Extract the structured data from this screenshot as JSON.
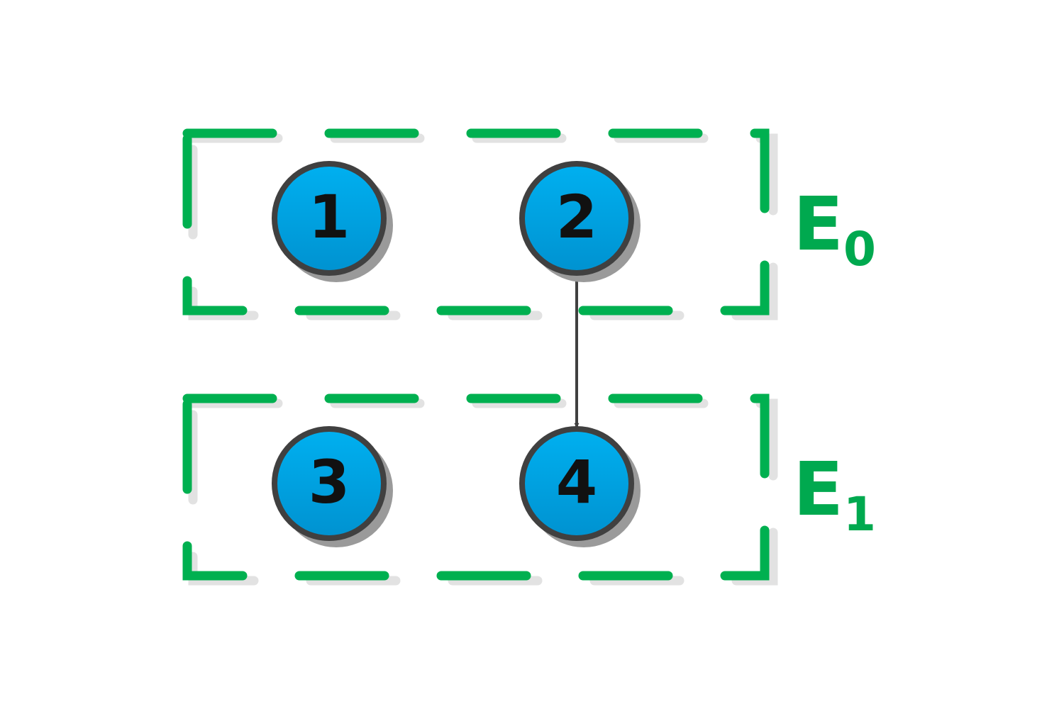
{
  "groups": [
    {
      "label": "E",
      "subscript": "0"
    },
    {
      "label": "E",
      "subscript": "1"
    }
  ],
  "nodes": [
    {
      "id": "1",
      "label": "1"
    },
    {
      "id": "2",
      "label": "2"
    },
    {
      "id": "3",
      "label": "3"
    },
    {
      "id": "4",
      "label": "4"
    }
  ],
  "edges": [
    {
      "from": "2",
      "to": "4"
    }
  ],
  "colors": {
    "group_border": "#00b050",
    "group_label": "#00a94f",
    "node_fill_top": "#00b0f0",
    "node_fill_bottom": "#0090cc",
    "node_stroke": "#404040",
    "node_shadow": "#9a9a9a",
    "edge": "#404040"
  },
  "icons": {
    "edge_head": "arrow-head-icon"
  }
}
